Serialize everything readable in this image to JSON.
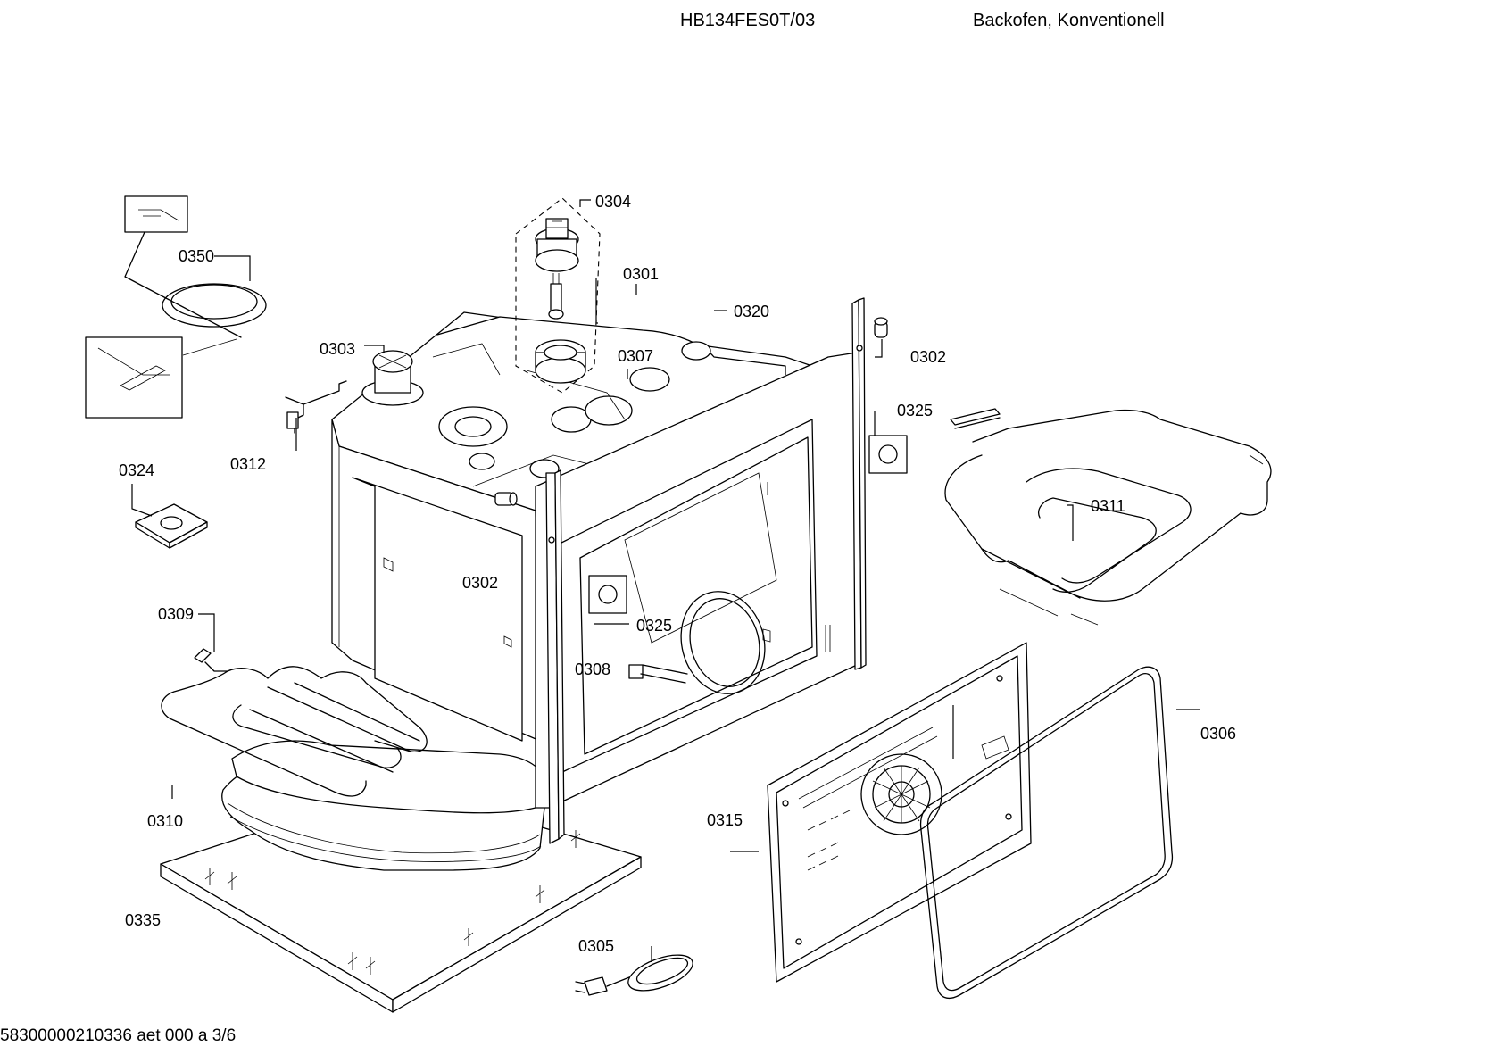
{
  "header": {
    "model": "HB134FES0T/03",
    "description": "Backofen, Konventionell"
  },
  "footer": {
    "document_code": "58300000210336 aet 000 a 3/6"
  },
  "callouts": {
    "c0301": "0301",
    "c0302a": "0302",
    "c0302b": "0302",
    "c0303": "0303",
    "c0304": "0304",
    "c0305": "0305",
    "c0306": "0306",
    "c0307": "0307",
    "c0308": "0308",
    "c0309": "0309",
    "c0310": "0310",
    "c0311": "0311",
    "c0312": "0312",
    "c0315": "0315",
    "c0320": "0320",
    "c0324": "0324",
    "c0325a": "0325",
    "c0325b": "0325",
    "c0335": "0335",
    "c0350": "0350"
  }
}
